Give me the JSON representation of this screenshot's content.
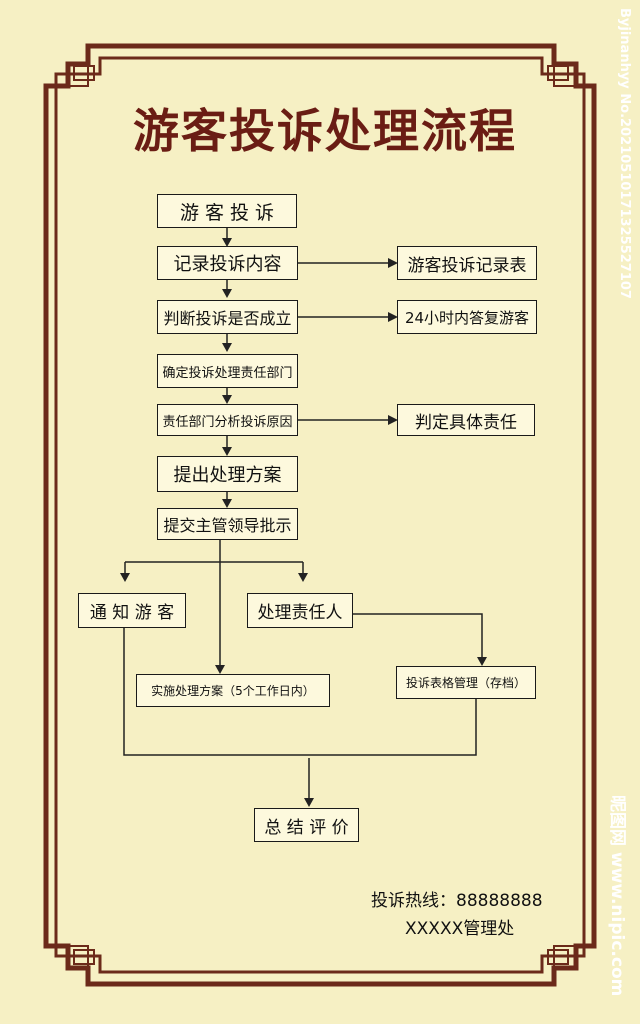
{
  "title": "游客投诉处理流程",
  "nodes": {
    "complaint": "游 客 投 诉",
    "record": "记录投诉内容",
    "record_form": "游客投诉记录表",
    "judge": "判断投诉是否成立",
    "reply": "24小时内答复游客",
    "assign_dept": "确定投诉处理责任部门",
    "analyze": "责任部门分析投诉原因",
    "responsibility": "判定具体责任",
    "propose": "提出处理方案",
    "submit": "提交主管领导批示",
    "notify": "通 知 游 客",
    "handler": "处理责任人",
    "implement": "实施处理方案（5个工作日内）",
    "archive": "投诉表格管理（存档）",
    "summary": "总 结 评 价"
  },
  "footer": {
    "hotline": "投诉热线：88888888",
    "office": "XXXXX管理处"
  },
  "watermark": {
    "top": "Byjinanhyy No.20210510171325527107",
    "bottom": "昵图网 www.nipic.com"
  },
  "colors": {
    "frame": "#6b2a1a",
    "title": "#6a1d14",
    "background": "#f6f0c4"
  }
}
